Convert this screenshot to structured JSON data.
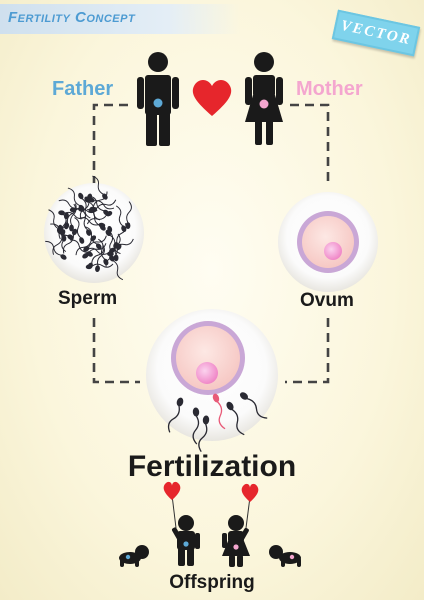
{
  "header": {
    "title": "Fertility Concept",
    "tag": "VECTOR"
  },
  "labels": {
    "father": "Father",
    "mother": "Mother",
    "sperm": "Sperm",
    "ovum": "Ovum",
    "fertilization": "Fertilization",
    "offspring": "Offspring"
  },
  "colors": {
    "father_accent": "#5da9d6",
    "mother_accent": "#f4a6cf",
    "heart": "#e6262c",
    "title": "#4d9bd2"
  }
}
